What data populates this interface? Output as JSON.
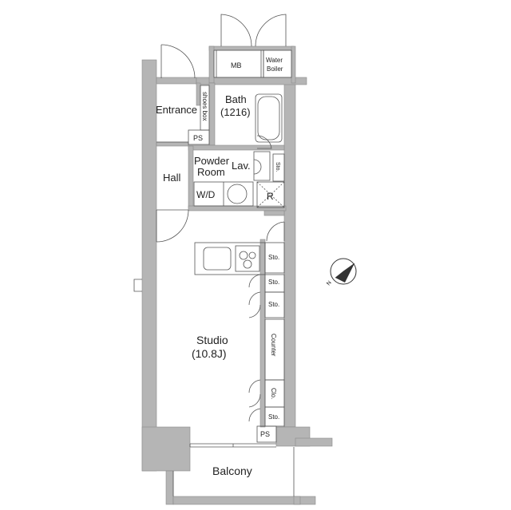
{
  "rooms": {
    "entrance": "Entrance",
    "shoes_box": "shoes box",
    "bath": "Bath",
    "bath_size": "(1216)",
    "ps_top": "PS",
    "powder_room_1": "Powder",
    "powder_room_2": "Room",
    "lav": "Lav.",
    "sto_small": "Sto.",
    "hall": "Hall",
    "wd": "W/D",
    "refrigerator": "R",
    "mb": "MB",
    "water_boiler_1": "Water",
    "water_boiler_2": "Boiler",
    "sto_1": "Sto.",
    "sto_2": "Sto.",
    "sto_3": "Sto.",
    "counter": "Counter",
    "clo": "Clo.",
    "sto_4": "Sto.",
    "studio": "Studio",
    "studio_size": "(10.8J)",
    "ps_bottom": "PS",
    "balcony": "Balcony"
  },
  "compass": {
    "label": "N",
    "icon": "north-arrow-icon"
  },
  "colors": {
    "wall": "#b5b5b5",
    "wall_edge": "#8a8a8a",
    "line": "#555555"
  }
}
